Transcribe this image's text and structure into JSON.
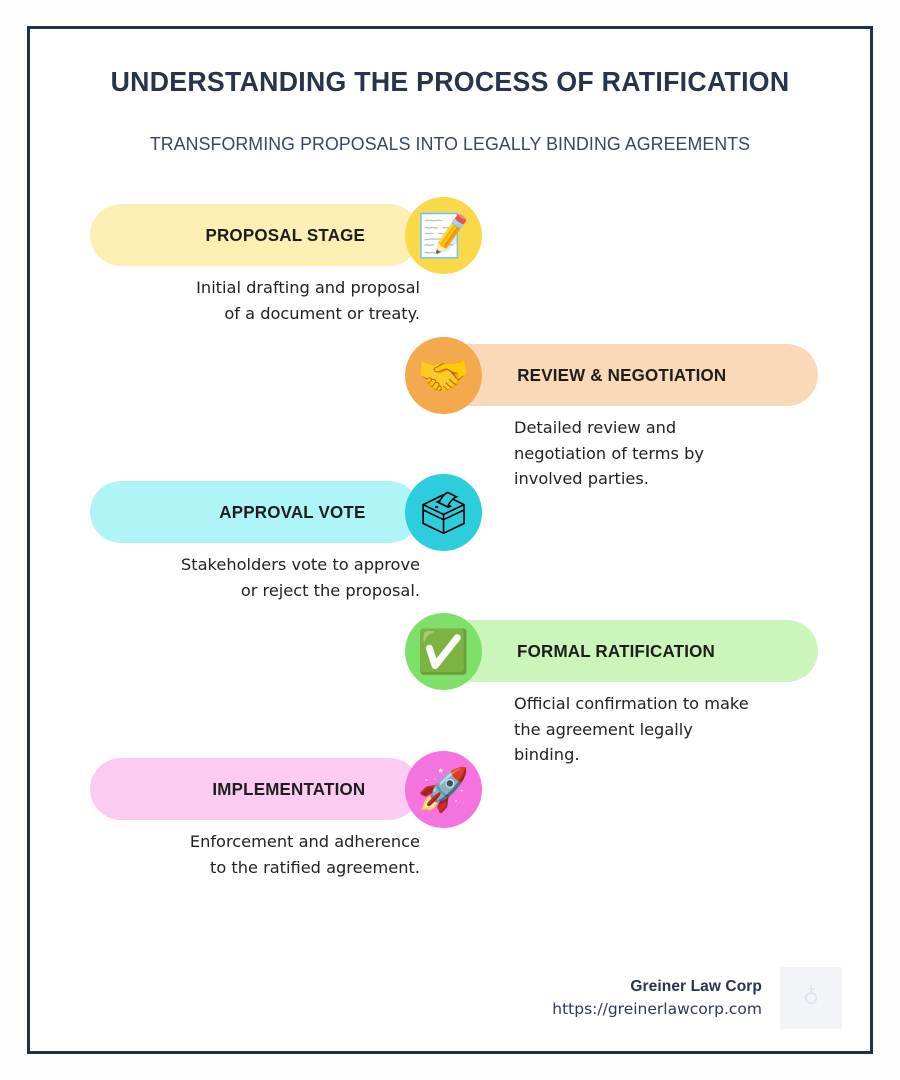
{
  "header": {
    "title": "UNDERSTANDING THE PROCESS OF RATIFICATION",
    "subtitle": "TRANSFORMING PROPOSALS INTO LEGALLY BINDING AGREEMENTS"
  },
  "steps": [
    {
      "label": "PROPOSAL STAGE",
      "description": "Initial drafting and proposal\nof a document or treaty.",
      "icon": "memo-pencil-icon",
      "glyph": "📝",
      "side": "left",
      "pill_color": "#FCEFB4",
      "circle_color": "#F9D949"
    },
    {
      "label": "REVIEW & NEGOTIATION",
      "description": "Detailed review and\nnegotiation of terms by\ninvolved parties.",
      "icon": "handshake-icon",
      "glyph": "🤝",
      "side": "right",
      "pill_color": "#FAD9B8",
      "circle_color": "#F5A94E"
    },
    {
      "label": "APPROVAL VOTE",
      "description": "Stakeholders vote to approve\nor reject the proposal.",
      "icon": "ballot-box-icon",
      "glyph": "🗳",
      "side": "left",
      "pill_color": "#AFF4F7",
      "circle_color": "#2DCDDE"
    },
    {
      "label": "FORMAL RATIFICATION",
      "description": "Official confirmation to make\nthe agreement legally\nbinding.",
      "icon": "check-mark-button-icon",
      "glyph": "✅",
      "side": "right",
      "pill_color": "#CCF5BC",
      "circle_color": "#7EE06B"
    },
    {
      "label": "IMPLEMENTATION",
      "description": "Enforcement and adherence\nto the ratified agreement.",
      "icon": "rocket-icon",
      "glyph": "🚀",
      "side": "left",
      "pill_color": "#FBCBF2",
      "circle_color": "#F573DE"
    }
  ],
  "footer": {
    "brand": "Greiner Law Corp",
    "url": "https://greinerlawcorp.com",
    "logo_icon": "tree-logo-watermark",
    "logo_glyph": "♁"
  },
  "theme": {
    "border_color": "#22304A",
    "title_color": "#28334D",
    "subtitle_color": "#3A4660",
    "body_text_color": "#222222",
    "background": "#FFFFFF"
  }
}
